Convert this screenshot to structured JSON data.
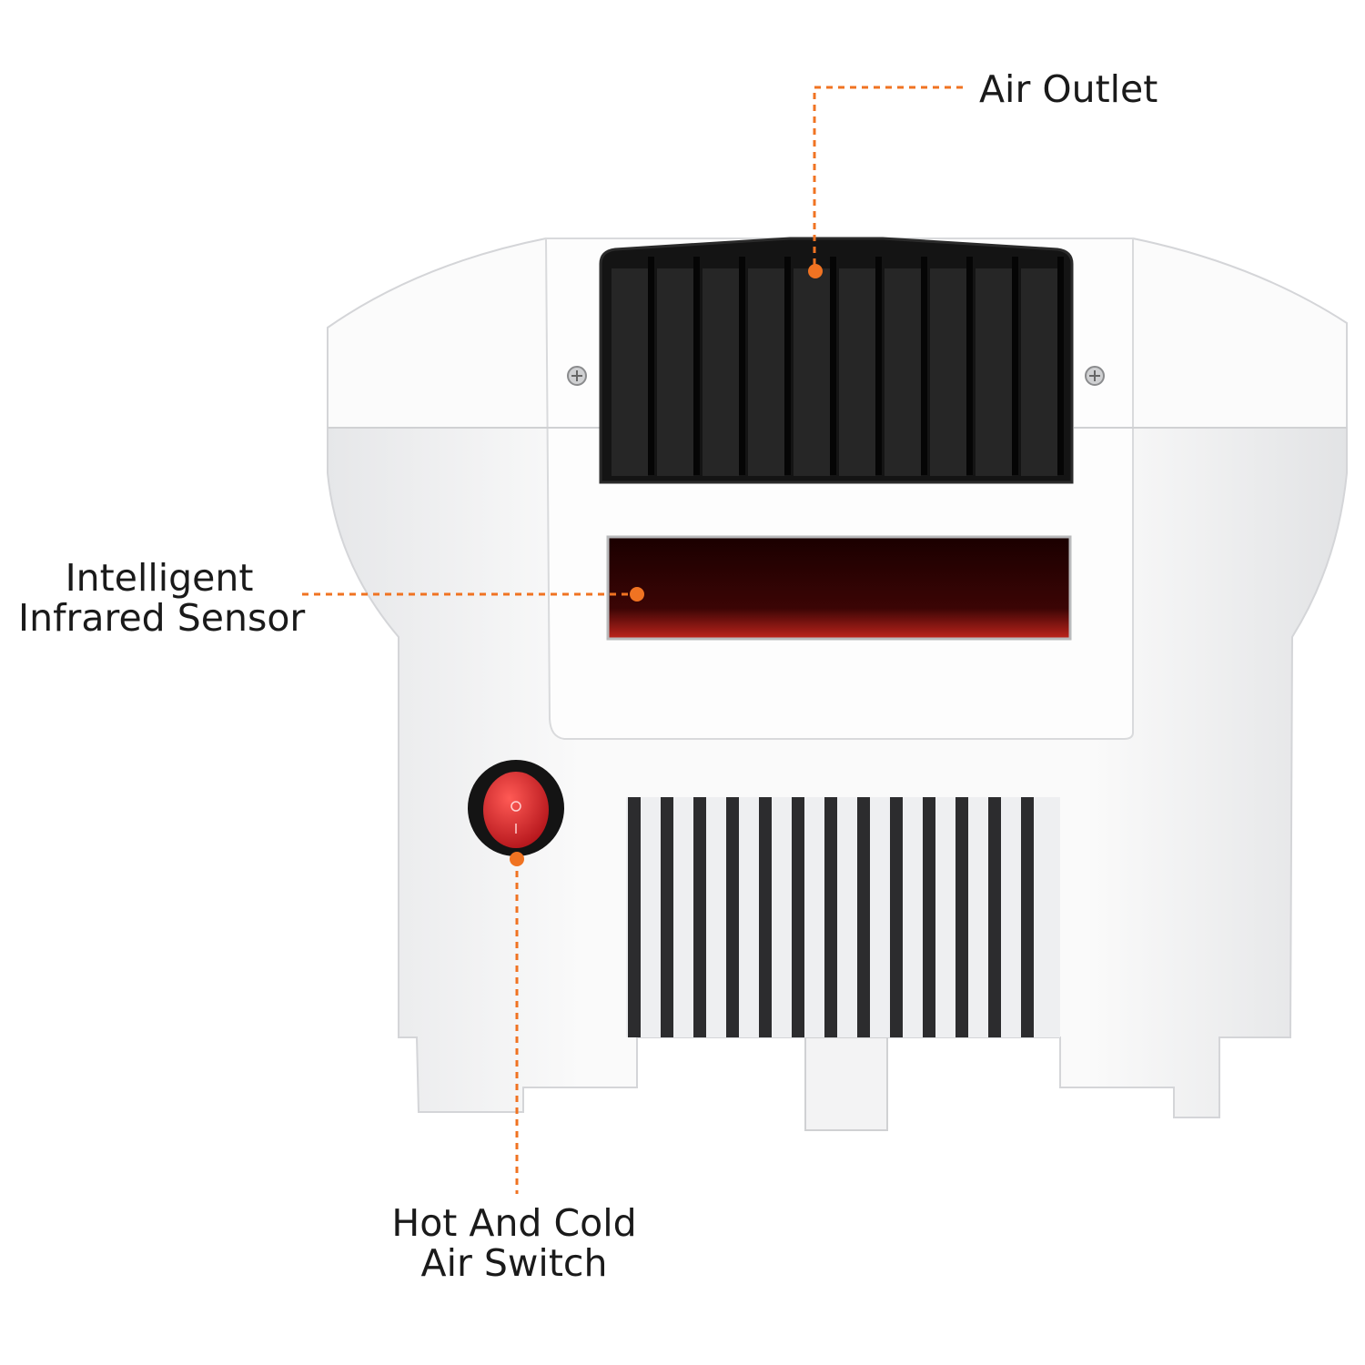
{
  "image": {
    "subject": "Hand dryer front view with labeled features",
    "colors": {
      "accent": "#f07322",
      "body": "#ffffff",
      "outlet": "#151515",
      "sensor": "#3a0000",
      "switch": "#d81f26"
    }
  },
  "callouts": {
    "air_outlet": {
      "line1": "Air Outlet"
    },
    "sensor": {
      "line1": "Intelligent",
      "line2": "Infrared Sensor"
    },
    "switch": {
      "line1": "Hot And Cold",
      "line2": "Air Switch"
    }
  }
}
